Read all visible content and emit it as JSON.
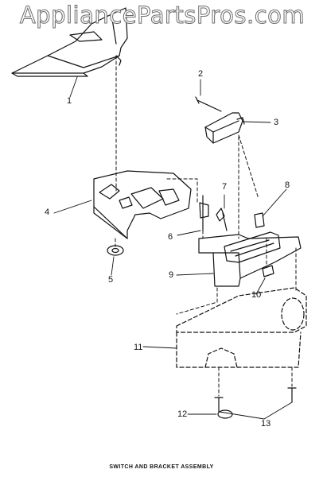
{
  "watermark": "AppliancePartsPros.com",
  "caption": "SWITCH AND BRACKET ASSEMBLY",
  "callouts": [
    "1",
    "2",
    "3",
    "4",
    "5",
    "6",
    "7",
    "8",
    "9",
    "10",
    "11",
    "12",
    "13"
  ]
}
